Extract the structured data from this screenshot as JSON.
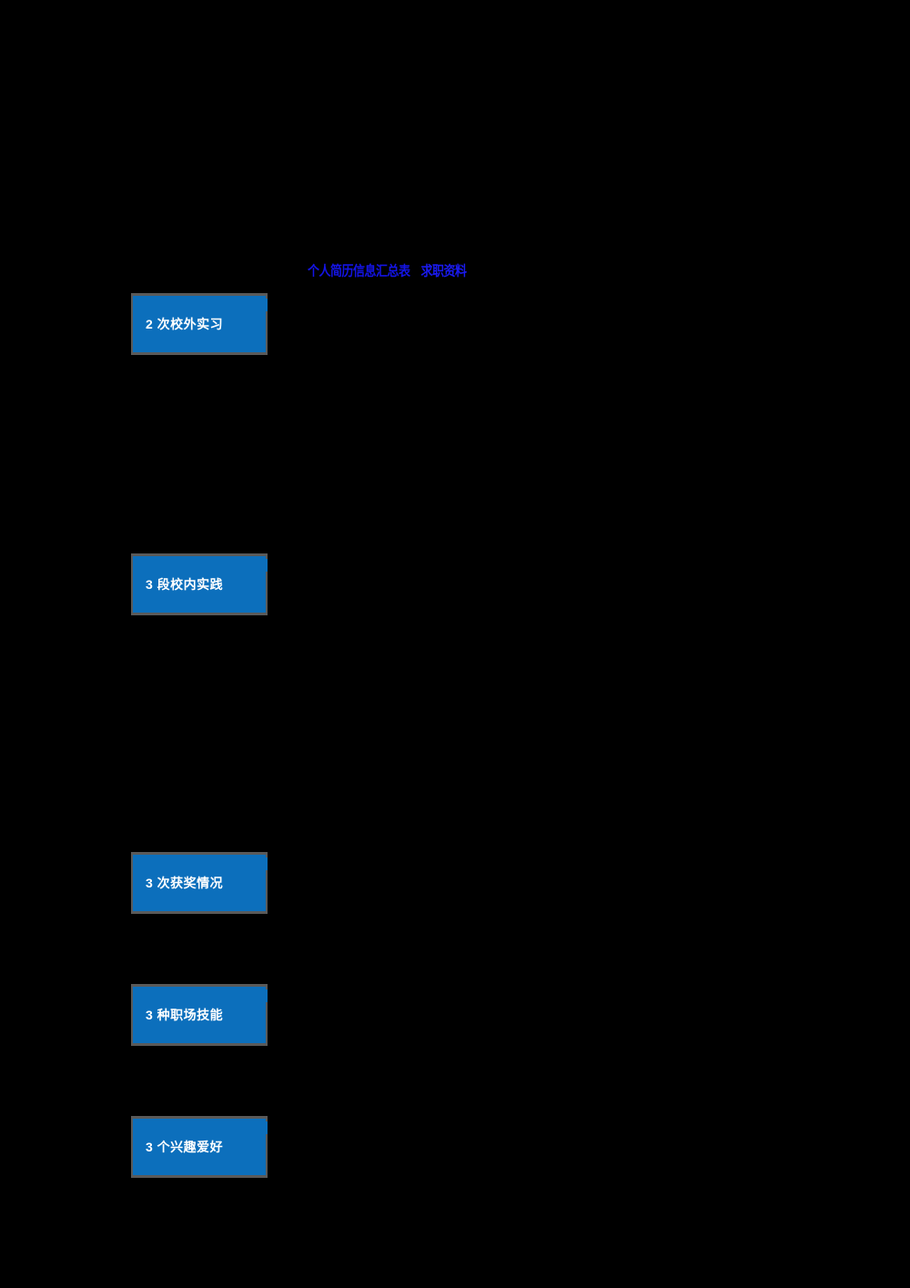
{
  "slide": {
    "background_color": "#000000",
    "accent_color": "#0C6FBC",
    "shadow_color": "#5A5A5A",
    "heading_color": "#1414E6",
    "label_color": "#FFFFFF"
  },
  "heading": {
    "segment_a": "个人简历信息汇总表",
    "segment_b": "求职资料"
  },
  "callouts": [
    {
      "label": "2 次校外实习",
      "count": "2",
      "unit": "次",
      "name": "校外实习"
    },
    {
      "label": "3 段校内实践",
      "count": "3",
      "unit": "段",
      "name": "校内实践"
    },
    {
      "label": "3 次获奖情况",
      "count": "3",
      "unit": "次",
      "name": "获奖情况"
    },
    {
      "label": "3 种职场技能",
      "count": "3",
      "unit": "种",
      "name": "职场技能"
    },
    {
      "label": "3 个兴趣爱好",
      "count": "3",
      "unit": "个",
      "name": "兴趣爱好"
    }
  ]
}
